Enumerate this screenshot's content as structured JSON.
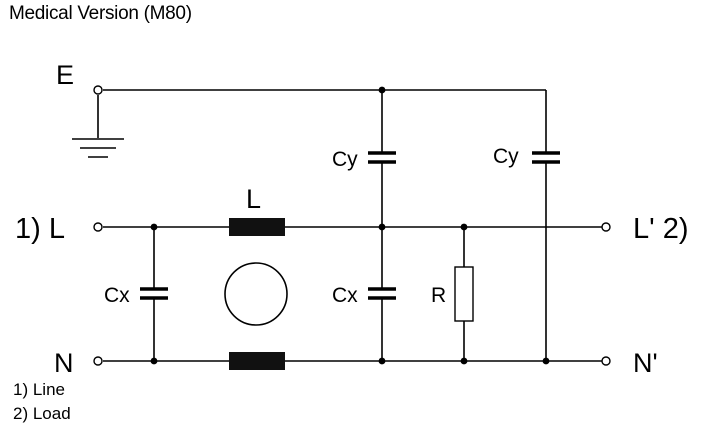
{
  "title": "Medical Version (M80)",
  "terminals": {
    "earth": "E",
    "line_in": "1) L",
    "line_out": "L' 2)",
    "neutral_in": "N",
    "neutral_out": "N'"
  },
  "components": {
    "inductor": "L",
    "cx_left": "Cx",
    "cx_mid": "Cx",
    "cy_left": "Cy",
    "cy_right": "Cy",
    "resistor": "R"
  },
  "notes": [
    "1) Line",
    "2) Load"
  ],
  "colors": {
    "line": "#000000",
    "inductor": "#111111",
    "background": "#ffffff"
  }
}
